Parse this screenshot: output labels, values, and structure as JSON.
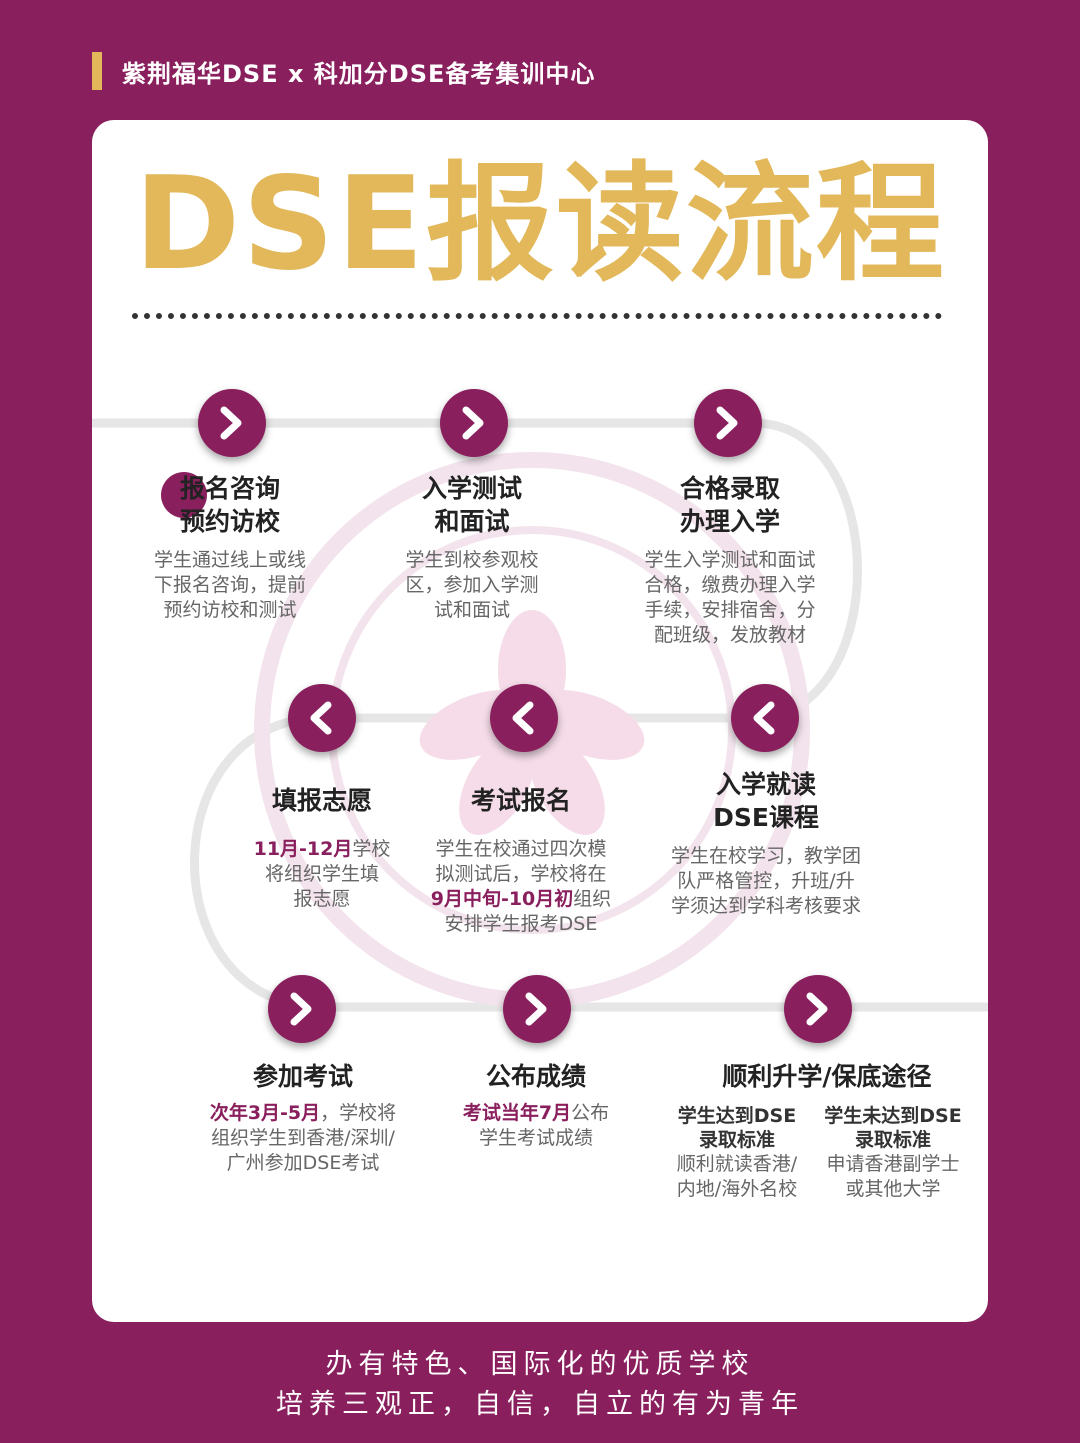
{
  "header": {
    "org": "紫荆福华DSE x 科加分DSE备考集训中心"
  },
  "title": "DSE报读流程",
  "steps": {
    "s1": {
      "title1": "报名咨询",
      "title2": "预约访校",
      "d1": "学生通过线上或线",
      "d2": "下报名咨询，提前",
      "d3": "预约访校和测试"
    },
    "s2": {
      "title1": "入学测试",
      "title2": "和面试",
      "d1": "学生到校参观校",
      "d2": "区，参加入学测",
      "d3": "试和面试"
    },
    "s3": {
      "title1": "合格录取",
      "title2": "办理入学",
      "d1": "学生入学测试和面试",
      "d2": "合格，缴费办理入学",
      "d3": "手续，安排宿舍，分",
      "d4": "配班级，发放教材"
    },
    "s4": {
      "title1": "填报志愿",
      "hl": "11月-12月",
      "d1": "学校",
      "d2": "将组织学生填",
      "d3": "报志愿"
    },
    "s5": {
      "title1": "考试报名",
      "d1": "学生在校通过四次模",
      "d2": "拟测试后，学校将在",
      "hl": "9月中旬-10月初",
      "d3": "组织",
      "d4": "安排学生报考DSE"
    },
    "s6": {
      "title1": "入学就读",
      "title2": "DSE课程",
      "d1": "学生在校学习，教学团",
      "d2": "队严格管控，升班/升",
      "d3": "学须达到学科考核要求"
    },
    "s7": {
      "title1": "参加考试",
      "hl": "次年3月-5月",
      "d1": "，学校将",
      "d2": "组织学生到香港/深圳/",
      "d3": "广州参加DSE考试"
    },
    "s8": {
      "title1": "公布成绩",
      "hl": "考试当年7月",
      "d1": "公布",
      "d2": "学生考试成绩"
    },
    "s9": {
      "title1": "顺利升学/保底途径",
      "a": {
        "h1": "学生达到DSE",
        "h2": "录取标准",
        "d1": "顺利就读香港/",
        "d2": "内地/海外名校"
      },
      "b": {
        "h1": "学生未达到DSE",
        "h2": "录取标准",
        "d1": "申请香港副学士",
        "d2": "或其他大学"
      }
    }
  },
  "footer": {
    "line1": "办有特色、国际化的优质学校",
    "line2": "培养三观正，自信，自立的有为青年"
  },
  "colors": {
    "brand": "#8a1f5e",
    "gold": "#e2b85a"
  },
  "icons": {
    "next": "chevron-right-icon",
    "prev": "chevron-left-icon"
  }
}
